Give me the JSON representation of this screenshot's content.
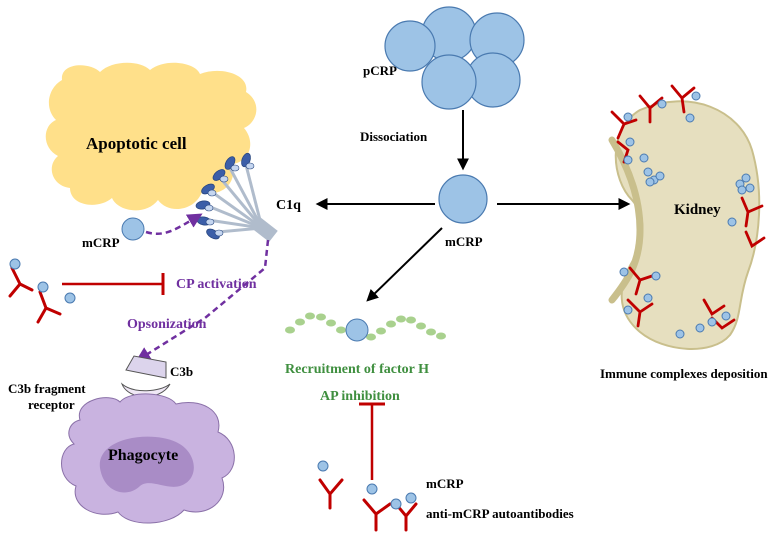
{
  "labels": {
    "pcrp": "pCRP",
    "dissociation": "Dissociation",
    "mcrp_center": "mCRP",
    "apoptotic_cell": "Apoptotic cell",
    "c1q": "C1q",
    "mcrp_left": "mCRP",
    "cp_activation": "CP activation",
    "opsonization": "Opsonization",
    "c3b_fragment": "C3b fragment",
    "receptor": "receptor",
    "c3b": "C3b",
    "phagocyte": "Phagocyte",
    "recruitment_factor_h": "Recruitment  of factor H",
    "ap_inhibition": "AP inhibition",
    "mcrp_bottom": "mCRP",
    "anti_mcrp_autoantibodies": "anti-mCRP autoantibodies",
    "kidney": "Kidney",
    "immune_complexes": "Immune  complexes deposition"
  },
  "colors": {
    "crp_blue": "#9dc3e6",
    "crp_outline": "#4a7ab0",
    "antibody_red": "#c00000",
    "inhibition_red": "#c00000",
    "complement_purple": "#7030a0",
    "apoptotic_yellow": "#ffe08a",
    "kidney_fill": "#e6dfbf",
    "kidney_outline": "#c9bf8c",
    "phagocyte_fill": "#c9b3e0",
    "phagocyte_nucleus": "#a98cc6",
    "factor_h_green": "#a9d18e",
    "arrow_black": "#000000"
  }
}
